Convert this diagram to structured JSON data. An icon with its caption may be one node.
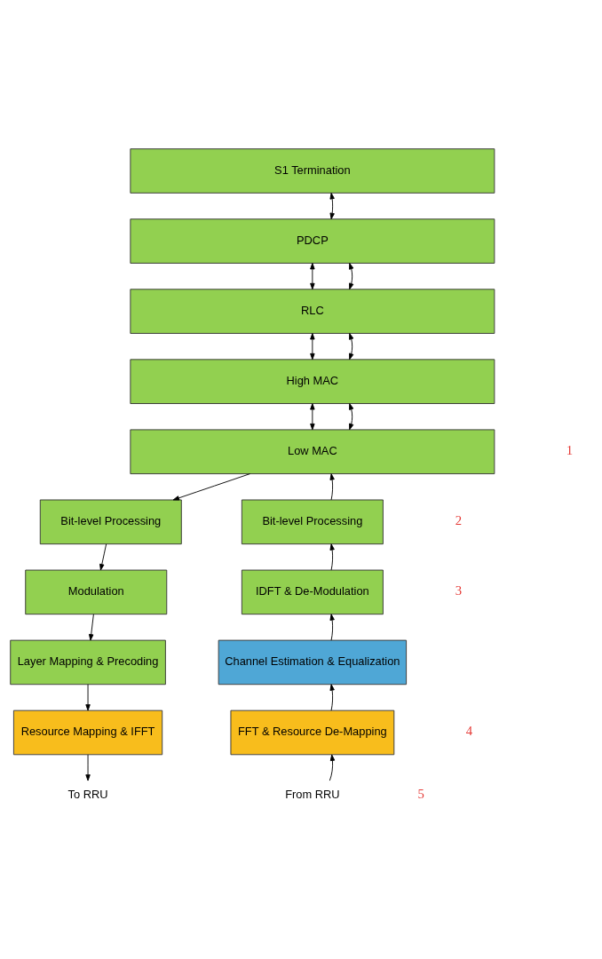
{
  "diagram": {
    "nodes": [
      {
        "text": [
          "S1 Termination"
        ]
      },
      {
        "text": [
          "PDCP"
        ]
      },
      {
        "text": [
          "RLC"
        ]
      },
      {
        "text": [
          "High MAC"
        ]
      },
      {
        "text": [
          "Low MAC"
        ]
      },
      {
        "text": [
          "Bit-level Processing"
        ]
      },
      {
        "text": [
          "Bit-level Processing"
        ]
      },
      {
        "text": [
          "Modulation"
        ]
      },
      {
        "text": [
          "IDFT & De-Modulation"
        ]
      },
      {
        "text": [
          "Layer Mapping & Precoding"
        ]
      },
      {
        "text": [
          "Channel Estimation & Equalization"
        ]
      },
      {
        "text": [
          "Resource Mapping & IFFT"
        ]
      },
      {
        "text": [
          "FFT & Resource De-Mapping"
        ]
      },
      {
        "text": [
          "To RRU"
        ]
      },
      {
        "text": [
          "From RRU"
        ]
      }
    ],
    "edges": [
      {
        "from": 0,
        "to": 1,
        "arrow": "both"
      },
      {
        "from": 1,
        "to": 2,
        "arrow": "both"
      },
      {
        "from": 1,
        "to": 2,
        "arrow": "both"
      },
      {
        "from": 2,
        "to": 3,
        "arrow": "both"
      },
      {
        "from": 2,
        "to": 3,
        "arrow": "both"
      },
      {
        "from": 3,
        "to": 4,
        "arrow": "both"
      },
      {
        "from": 3,
        "to": 4,
        "arrow": "both"
      },
      {
        "from": 4,
        "to": 5,
        "arrow": "to"
      },
      {
        "from": 6,
        "to": 4,
        "arrow": "to"
      },
      {
        "from": 5,
        "to": 7,
        "arrow": "to"
      },
      {
        "from": 8,
        "to": 6,
        "arrow": "to"
      },
      {
        "from": 7,
        "to": 9,
        "arrow": "to"
      },
      {
        "from": 10,
        "to": 8,
        "arrow": "to"
      },
      {
        "from": 9,
        "to": 11,
        "arrow": "to"
      },
      {
        "from": 12,
        "to": 10,
        "arrow": "to"
      },
      {
        "from": 11,
        "to": 13,
        "arrow": "to"
      },
      {
        "from": 14,
        "to": 12,
        "arrow": "to"
      }
    ],
    "labels": [
      "1",
      "2",
      "3",
      "4",
      "5"
    ]
  }
}
